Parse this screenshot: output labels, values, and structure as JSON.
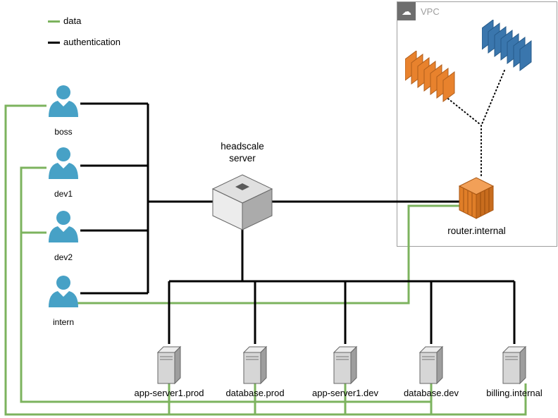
{
  "legend": {
    "items": [
      {
        "label": "data"
      },
      {
        "label": "authentication"
      }
    ]
  },
  "users": [
    {
      "label": "boss"
    },
    {
      "label": "dev1"
    },
    {
      "label": "dev2"
    },
    {
      "label": "intern"
    }
  ],
  "hub": {
    "line1": "headscale",
    "line2": "server"
  },
  "vpc": {
    "label": "VPC",
    "router": {
      "label": "router.internal"
    }
  },
  "servers": [
    {
      "label": "app-server1.prod"
    },
    {
      "label": "database.prod"
    },
    {
      "label": "app-server1.dev"
    },
    {
      "label": "database.dev"
    },
    {
      "label": "billing.internal"
    }
  ],
  "colors": {
    "data_line": "#7CB35E",
    "auth_line": "#000000",
    "user_icon": "#47A1C6",
    "stack_orange": "#E8822D",
    "stack_blue": "#3A76AD",
    "router_orange": "#E07E28",
    "vpc_border": "#9E9E9E"
  }
}
